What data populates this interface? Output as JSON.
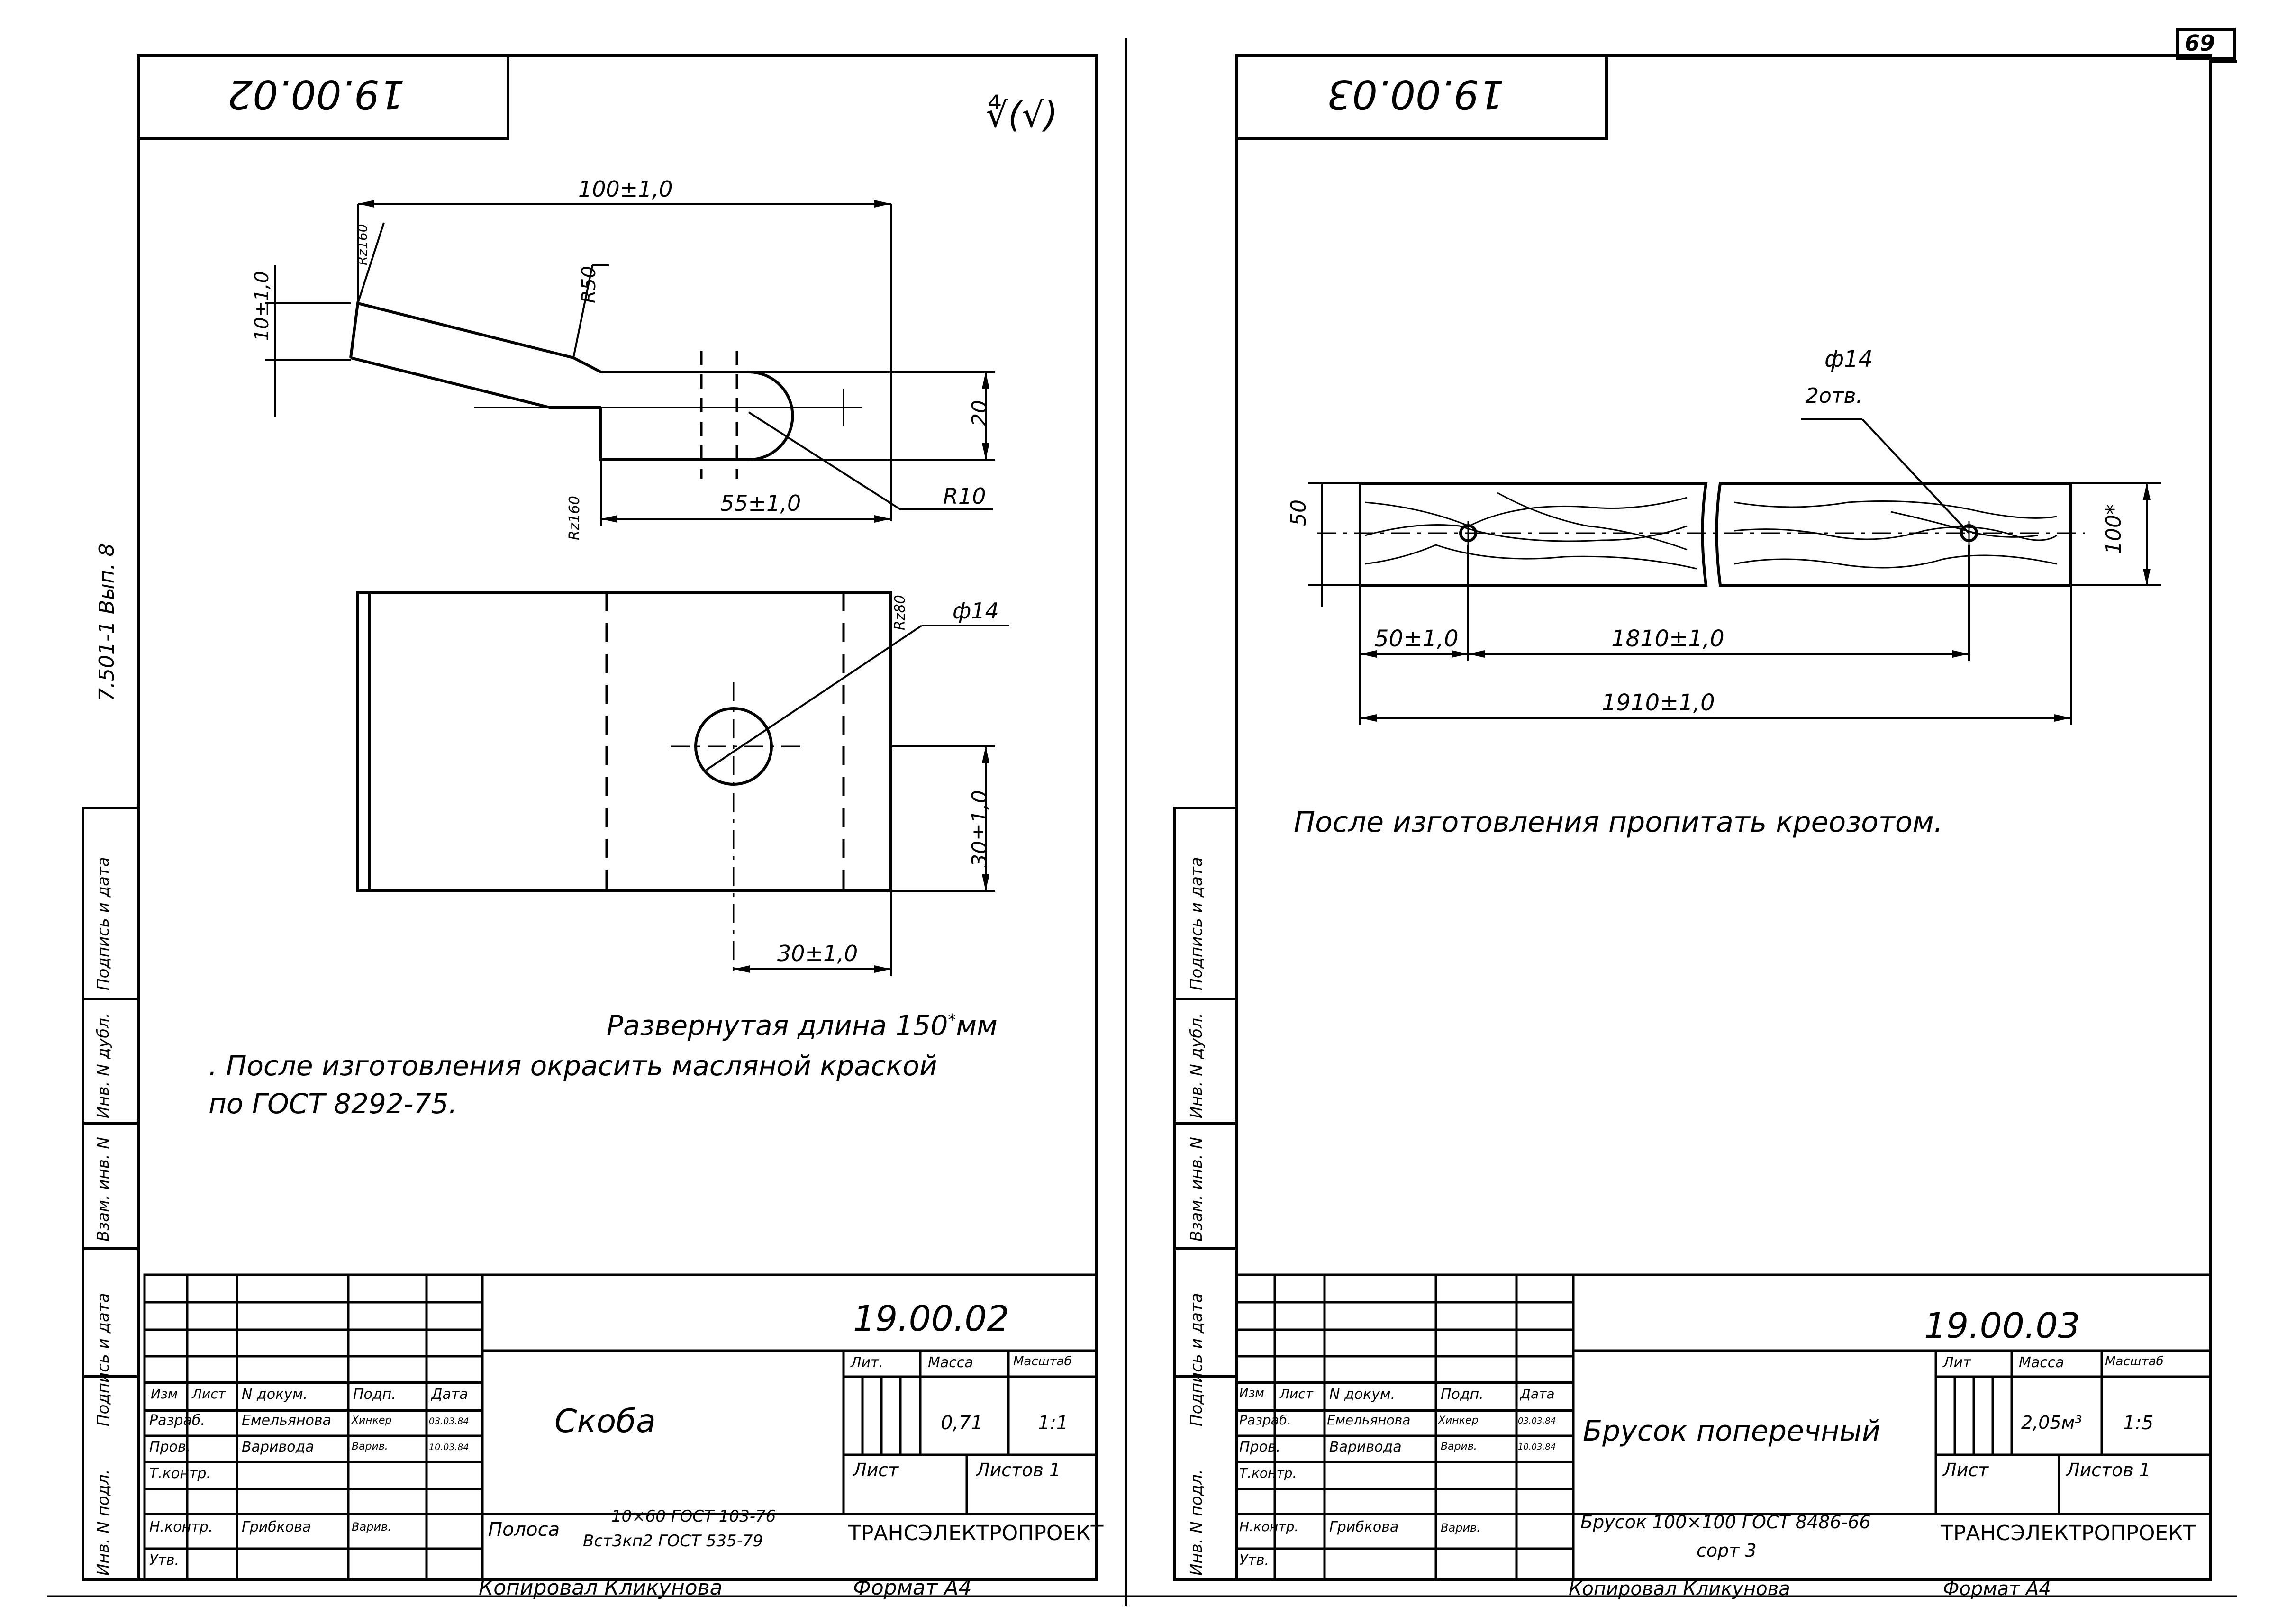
{
  "page_number": "69",
  "left_sheet": {
    "designation_flipped": "19.00.02",
    "roughness_mark": "∜(√)",
    "side_code": "7.501-1 Вып. 8",
    "dims": {
      "width_top": "100±1,0",
      "height_left": "10±1,0",
      "r50": "R50",
      "rz160_top": "Rz160",
      "rz160_bottom": "Rz160",
      "h20": "20",
      "len55": "55±1,0",
      "r10": "R10",
      "rz80": "Rz80",
      "phi14": "ф14",
      "v30": "30±1,0",
      "h30": "30±1,0"
    },
    "notes": {
      "developed_length": "Развернутая длина 150",
      "developed_length_star": "*",
      "developed_length_unit": "мм",
      "paint_line1": ". После изготовления окрасить масляной краской",
      "paint_line2": "по ГОСТ 8292-75."
    },
    "title_block": {
      "doc_number": "19.00.02",
      "hdr_izm": "Изм",
      "hdr_list": "Лист",
      "hdr_ndoc": "N докум.",
      "hdr_podp": "Подп.",
      "hdr_data": "Дата",
      "r_razrab": "Разраб.",
      "n_razrab": "Емельянова",
      "s_razrab": "Хинкер",
      "d_razrab": "03.03.84",
      "r_prov": "Пров.",
      "n_prov": "Варивода",
      "s_prov": "Варив.",
      "d_prov": "10.03.84",
      "r_tkontr": "Т.контр.",
      "r_nkontr": "Н.контр.",
      "n_nkontr": "Грибкова",
      "s_nkontr": "Варив.",
      "r_utv": "Утв.",
      "name": "Скоба",
      "lit_label": "Лит.",
      "mass_label": "Масса",
      "scale_label": "Масштаб",
      "mass": "0,71",
      "scale": "1:1",
      "sheet_label": "Лист",
      "sheets_label": "Листов 1",
      "material_prefix": "Полоса",
      "material_num": "10×60 ГОСТ 103-76",
      "material_den": "Вст3кп2 ГОСТ 535-79",
      "org": "ТРАНСЭЛЕКТРОПРОЕКТ",
      "copied": "Копировал Кликунова",
      "format": "Формат А4"
    }
  },
  "right_sheet": {
    "designation_flipped": "19.00.03",
    "dims": {
      "phi14": "ф14",
      "holes": "2отв.",
      "h50": "50",
      "h100": "100*",
      "len50": "50±1,0",
      "len1810": "1810±1,0",
      "len1910": "1910±1,0"
    },
    "notes": {
      "creosote": "После изготовления пропитать креозотом."
    },
    "title_block": {
      "doc_number": "19.00.03",
      "hdr_izm": "Изм",
      "hdr_list": "Лист",
      "hdr_ndoc": "N докум.",
      "hdr_podp": "Подп.",
      "hdr_data": "Дата",
      "r_razrab": "Разраб.",
      "n_razrab": "Емельянова",
      "s_razrab": "Хинкер",
      "d_razrab": "03.03.84",
      "r_prov": "Пров.",
      "n_prov": "Варивода",
      "s_prov": "Варив.",
      "d_prov": "10.03.84",
      "r_tkontr": "Т.контр.",
      "r_nkontr": "Н.контр.",
      "n_nkontr": "Грибкова",
      "s_nkontr": "Варив.",
      "r_utv": "Утв.",
      "name": "Брусок поперечный",
      "lit_label": "Лит",
      "mass_label": "Масса",
      "scale_label": "Масштаб",
      "mass": "2,05м³",
      "scale": "1:5",
      "sheet_label": "Лист",
      "sheets_label": "Листов 1",
      "material_line1": "Брусок 100×100 ГОСТ 8486-66",
      "material_line2": "сорт 3",
      "org": "ТРАНСЭЛЕКТРОПРОЕКТ",
      "copied": "Копировал Кликунова",
      "format": "Формат А4"
    }
  },
  "side_stamp_labels": {
    "podp_data_top": "Подпись и дата",
    "inv_dubl": "Инв. N дубл.",
    "vzam_inv": "Взам. инв. N",
    "podp_data": "Подпись и дата",
    "inv_podl": "Инв. N подл."
  }
}
